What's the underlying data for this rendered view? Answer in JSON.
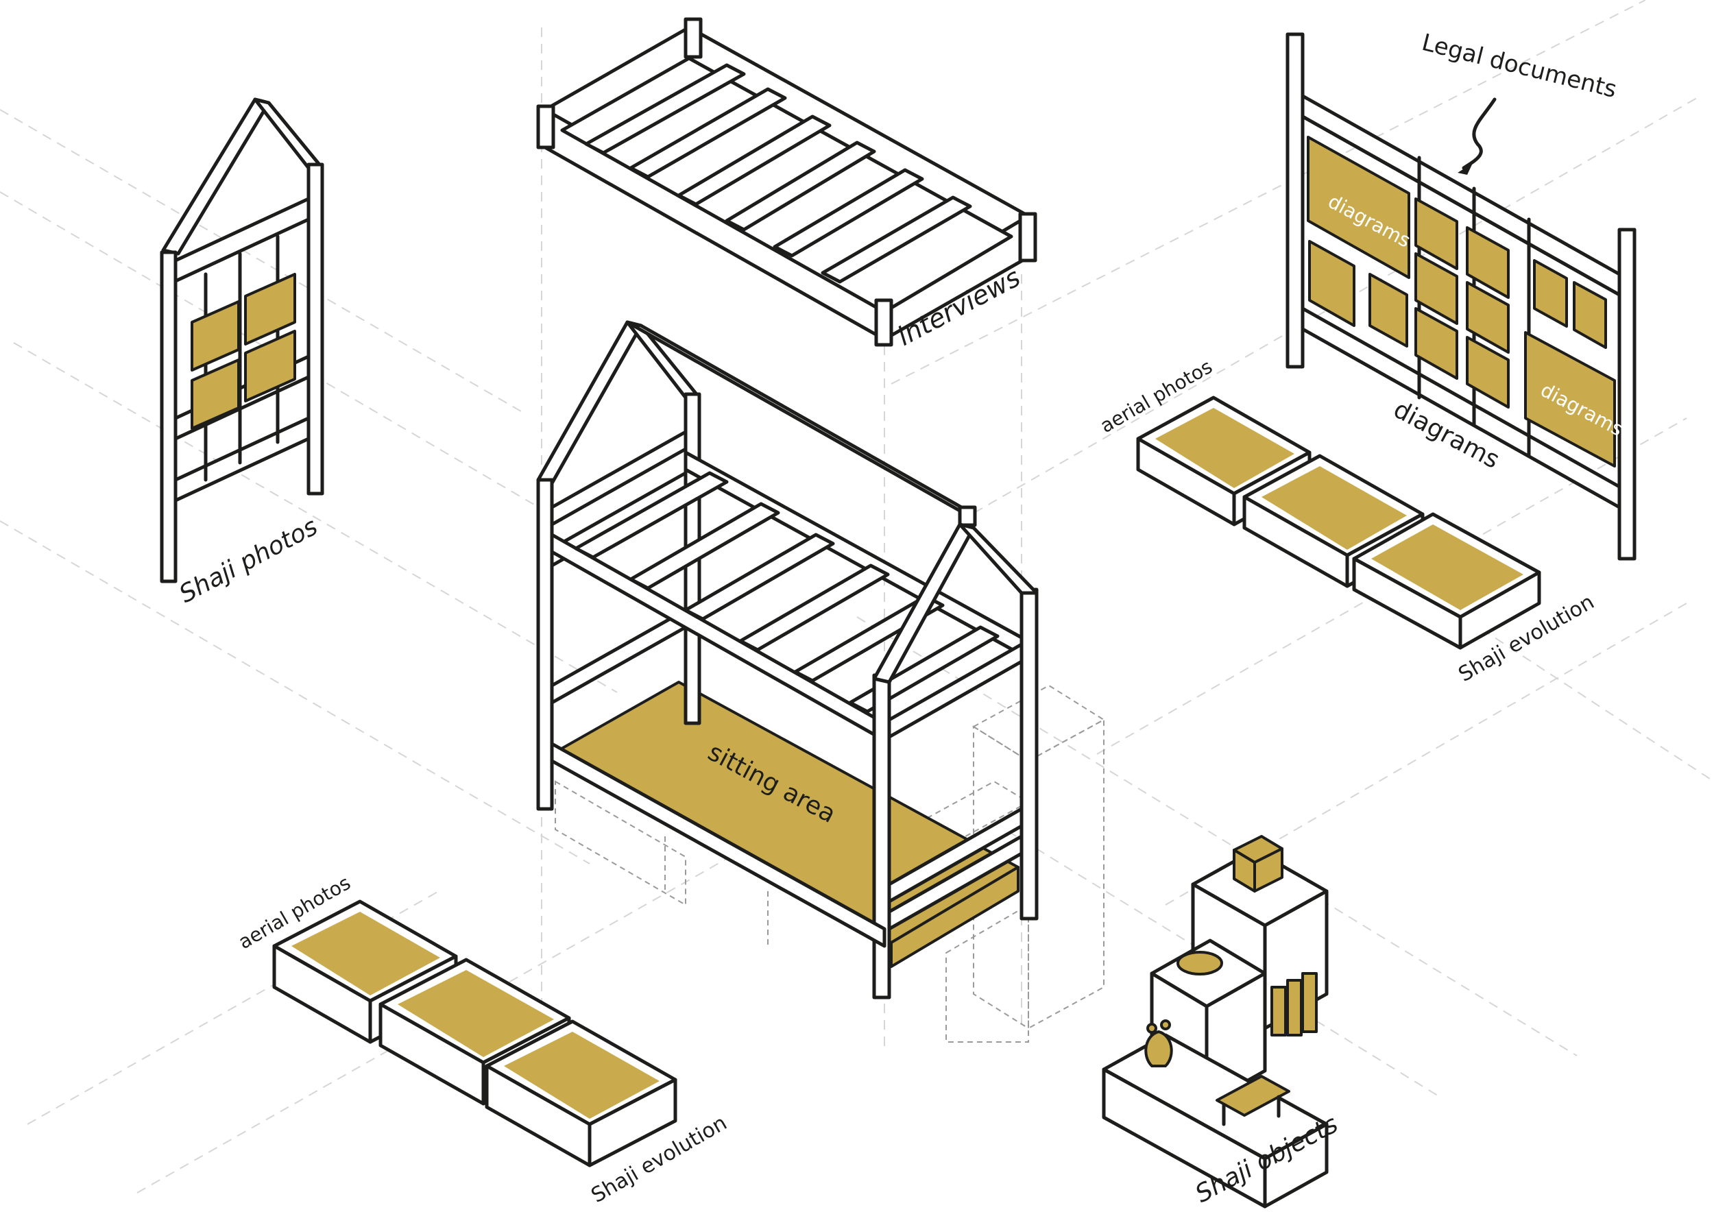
{
  "colors": {
    "accent": "#c9ab4e",
    "line": "#1d1d1b",
    "guide": "#d6d6d6"
  },
  "labels": {
    "legal_documents": "Legal documents",
    "interviews": "interviews",
    "shaji_photos": "Shaji photos",
    "aerial_photos_right": "aerial photos",
    "diagrams_board_top": "diagrams",
    "diagrams_board_bottom": "diagrams",
    "diagrams_caption": "diagrams",
    "shaji_evolution_right": "Shaji evolution",
    "sitting_area": "sitting area",
    "aerial_photos_left": "aerial photos",
    "shaji_evolution_left": "Shaji evolution",
    "shaji_objects": "Shaji objects"
  }
}
